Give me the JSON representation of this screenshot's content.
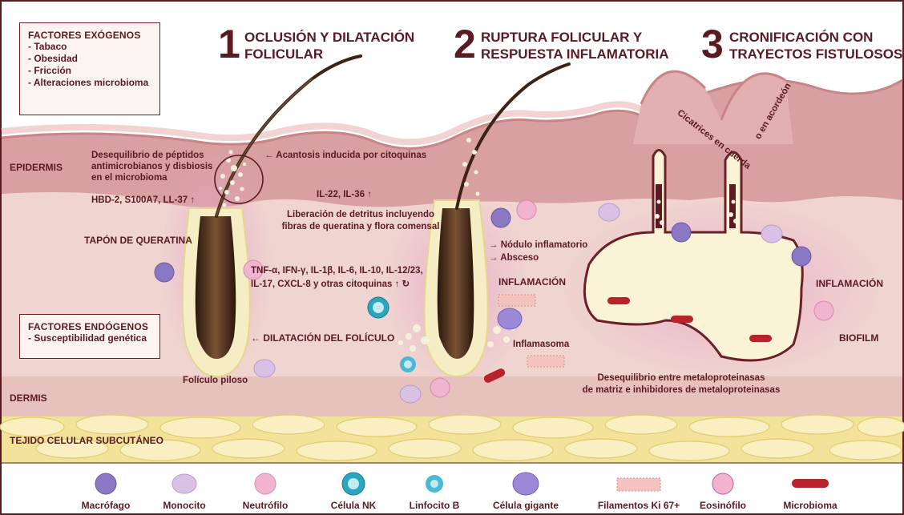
{
  "exogenous_factors": {
    "title": "FACTORES EXÓGENOS",
    "items": [
      "- Tabaco",
      "- Obesidad",
      "- Fricción",
      "- Alteraciones microbioma"
    ]
  },
  "endogenous_factors": {
    "title": "FACTORES ENDÓGENOS",
    "items": [
      "- Susceptibilidad genética"
    ]
  },
  "stages": [
    {
      "number": "1",
      "title_line1": "OCLUSIÓN Y DILATACIÓN",
      "title_line2": "FOLICULAR"
    },
    {
      "number": "2",
      "title_line1": "RUPTURA FOLICULAR Y",
      "title_line2": "RESPUESTA INFLAMATORIA"
    },
    {
      "number": "3",
      "title_line1": "CRONIFICACIÓN CON",
      "title_line2": "TRAYECTOS FISTULOSOS"
    }
  ],
  "layers": {
    "epidermis": "EPIDERMIS",
    "dermis": "DERMIS",
    "subcutaneous": "TEJIDO CELULAR SUBCUTÁNEO"
  },
  "stage1": {
    "peptides_line1": "Desequilibrio de péptidos",
    "peptides_line2": "antimicrobianos y disbiosis",
    "peptides_line3": "en el microbioma",
    "hbd": "HBD-2, S100A7, LL-37 ↑",
    "keratin_plug": "TAPÓN DE QUERATINA",
    "acanthosis": "← Acantosis inducida por citoquinas",
    "cytokines_line1": "TNF-α, IFN-γ, IL-1β, IL-6, IL-10, IL-12/23,",
    "cytokines_line2": "IL-17, CXCL-8 y otras citoquinas ↑ ↻",
    "dilation": "← DILATACIÓN DEL FOLÍCULO",
    "hair_follicle": "Folículo piloso"
  },
  "stage2": {
    "il": "IL-22, IL-36 ↑",
    "debris_line1": "Liberación de detritus incluyendo",
    "debris_line2": "fibras de queratina y flora comensal",
    "nodule": "→ Nódulo inflamatorio",
    "abscess": "→ Absceso",
    "inflammation": "INFLAMACIÓN",
    "inflammasome": "Inflamasoma"
  },
  "stage3": {
    "scar_line1": "Cicatrices en cuerda",
    "scar_line2": "o en acordeón",
    "inflammation": "INFLAMACIÓN",
    "biofilm": "BIOFILM",
    "mmp_line1": "Desequilibrio entre metaloproteinasas",
    "mmp_line2": "de matriz e inhibidores de metaloproteinasas"
  },
  "legend": [
    {
      "label": "Macrófago",
      "icon": "macrophage-icon"
    },
    {
      "label": "Monocito",
      "icon": "monocyte-icon"
    },
    {
      "label": "Neutrófilo",
      "icon": "neutrophil-icon"
    },
    {
      "label": "Célula NK",
      "icon": "nk-cell-icon"
    },
    {
      "label": "Linfocito B",
      "icon": "b-lymphocyte-icon"
    },
    {
      "label": "Célula gigante",
      "icon": "giant-cell-icon"
    },
    {
      "label": "Filamentos Ki 67+",
      "icon": "ki67-filaments-icon"
    },
    {
      "label": "Eosinófilo",
      "icon": "eosinophil-icon"
    },
    {
      "label": "Microbioma",
      "icon": "microbiome-icon"
    }
  ],
  "colors": {
    "title": "#5a1a22",
    "epidermis": "#d9a0a2",
    "dermis": "#efd4cf",
    "subcutaneous": "#f3e39a",
    "hair": "#3b2416",
    "cyst": "#fbf3d6"
  }
}
